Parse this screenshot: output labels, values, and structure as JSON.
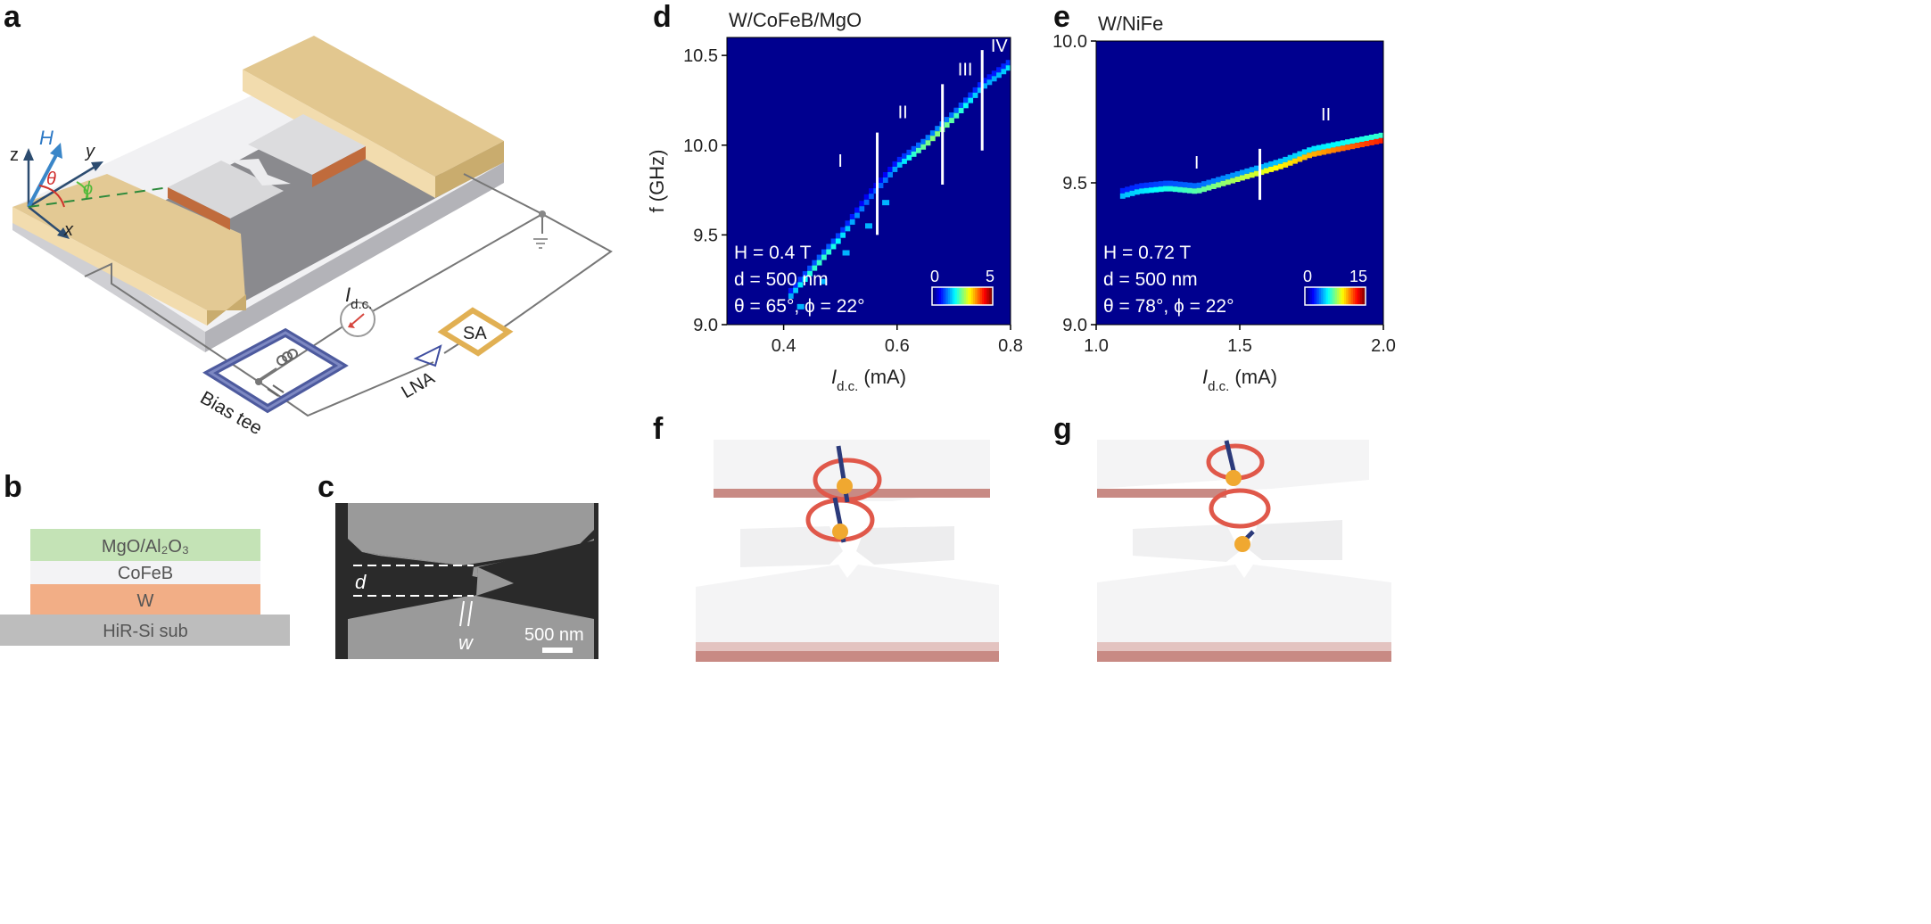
{
  "panels": {
    "a": {
      "label": "a",
      "axes": {
        "z": "z",
        "y": "y",
        "x": "x",
        "H": "H",
        "theta": "θ",
        "phi": "ϕ"
      },
      "idc_main": "I",
      "idc_sub": "d.c.",
      "sa": "SA",
      "lna": "LNA",
      "bias_tee": "Bias tee"
    },
    "b": {
      "label": "b",
      "layers": [
        "MgO/Al₂O₃",
        "CoFeB",
        "W",
        "HiR-Si sub"
      ],
      "layer_colors": [
        "#c4e3b6",
        "#f3f3f5",
        "#f2ae86",
        "#bdbdbd"
      ]
    },
    "c": {
      "label": "c",
      "d_label": "d",
      "w_label": "w",
      "scalebar": "500 nm"
    },
    "d": {
      "label": "d"
    },
    "e": {
      "label": "e"
    },
    "f": {
      "label": "f"
    },
    "g": {
      "label": "g"
    }
  },
  "chart_data": [
    {
      "type": "heatmap",
      "panel": "d",
      "title": "W/CoFeB/MgO",
      "xlabel_main": "I",
      "xlabel_sub": "d.c.",
      "xlabel_unit": " (mA)",
      "ylabel": "f (GHz)",
      "xlim": [
        0.3,
        0.8
      ],
      "ylim": [
        9.0,
        10.6
      ],
      "xticks": [
        "0.4",
        "0.6",
        "0.8"
      ],
      "xtick_values": [
        0.4,
        0.6,
        0.8
      ],
      "yticks": [
        "9.0",
        "9.5",
        "10.0",
        "10.5"
      ],
      "ytick_values": [
        9.0,
        9.5,
        10.0,
        10.5
      ],
      "regions": [
        "I",
        "II",
        "III",
        "IV"
      ],
      "region_label_pos": [
        [
          0.5,
          9.88
        ],
        [
          0.61,
          10.15
        ],
        [
          0.72,
          10.39
        ],
        [
          0.78,
          10.52
        ]
      ],
      "boundaries": [
        0.565,
        0.68,
        0.75
      ],
      "boundary_ranges": [
        [
          9.5,
          10.07
        ],
        [
          9.78,
          10.34
        ],
        [
          9.97,
          10.53
        ]
      ],
      "colorbar": {
        "min": "0",
        "max": "5"
      },
      "params": [
        "H = 0.4 T",
        "d = 500 nm",
        "θ = 65°, ϕ = 22°"
      ],
      "ridge": [
        [
          0.41,
          9.15
        ],
        [
          0.45,
          9.3
        ],
        [
          0.5,
          9.48
        ],
        [
          0.55,
          9.7
        ],
        [
          0.6,
          9.88
        ],
        [
          0.65,
          10.0
        ],
        [
          0.7,
          10.15
        ],
        [
          0.75,
          10.32
        ],
        [
          0.8,
          10.44
        ]
      ],
      "ridge_secondary": [
        [
          0.43,
          9.1
        ],
        [
          0.47,
          9.24
        ],
        [
          0.51,
          9.4
        ],
        [
          0.55,
          9.55
        ],
        [
          0.58,
          9.68
        ]
      ]
    },
    {
      "type": "heatmap",
      "panel": "e",
      "title": "W/NiFe",
      "xlabel_main": "I",
      "xlabel_sub": "d.c.",
      "xlabel_unit": " (mA)",
      "ylabel": "",
      "xlim": [
        1.0,
        2.0
      ],
      "ylim": [
        9.0,
        10.0
      ],
      "xticks": [
        "1.0",
        "1.5",
        "2.0"
      ],
      "xtick_values": [
        1.0,
        1.5,
        2.0
      ],
      "yticks": [
        "9.0",
        "9.5",
        "10.0"
      ],
      "ytick_values": [
        9.0,
        9.5,
        10.0
      ],
      "regions": [
        "I",
        "II"
      ],
      "region_label_pos": [
        [
          1.35,
          9.55
        ],
        [
          1.8,
          9.72
        ]
      ],
      "boundaries": [
        1.57
      ],
      "boundary_ranges": [
        [
          9.44,
          9.62
        ]
      ],
      "colorbar": {
        "min": "0",
        "max": "15"
      },
      "params": [
        "H = 0.72 T",
        "d = 500 nm",
        "θ = 78°, ϕ = 22°"
      ],
      "ridge": [
        [
          1.08,
          9.45
        ],
        [
          1.15,
          9.47
        ],
        [
          1.25,
          9.48
        ],
        [
          1.35,
          9.47
        ],
        [
          1.45,
          9.5
        ],
        [
          1.55,
          9.53
        ],
        [
          1.65,
          9.56
        ],
        [
          1.75,
          9.6
        ],
        [
          1.85,
          9.62
        ],
        [
          2.0,
          9.65
        ]
      ]
    }
  ]
}
